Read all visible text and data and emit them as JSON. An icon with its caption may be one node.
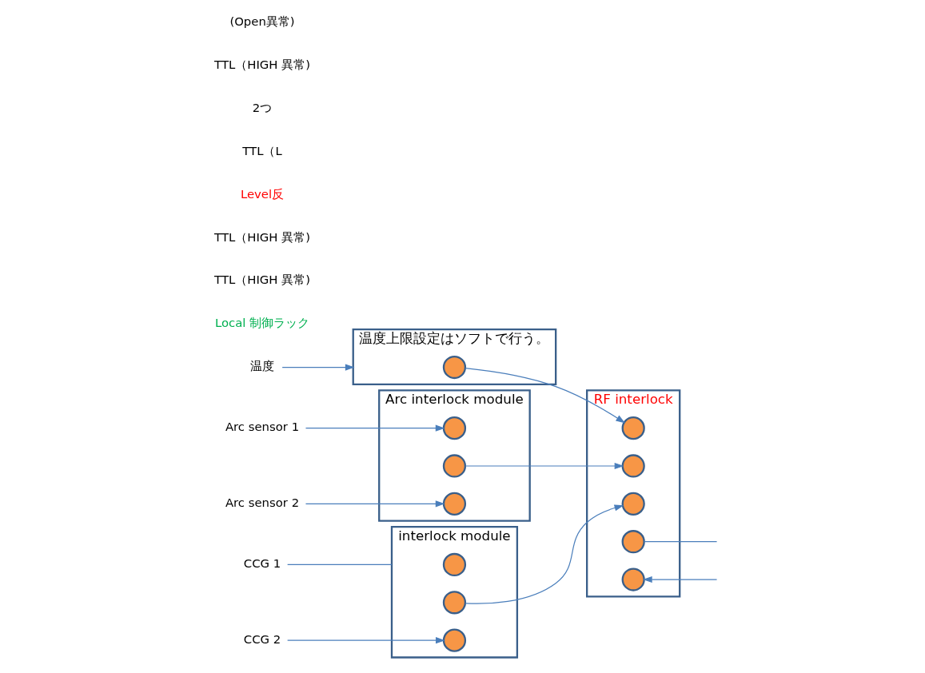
{
  "diagram": {
    "nodes": [
      {
        "text": [
          "温度"
        ]
      },
      {
        "text": [
          "温度上限設定はソフトで行う。"
        ]
      },
      {
        "text": [],
        "shape": "circle",
        "in": 1
      },
      {
        "text": [
          "RF interlock"
        ]
      },
      {
        "text": [],
        "shape": "circle",
        "in": 3
      },
      {
        "text": [],
        "shape": "circle",
        "in": 3
      },
      {
        "text": [],
        "shape": "circle",
        "in": 3
      },
      {
        "text": [],
        "shape": "circle",
        "in": 3
      },
      {
        "text": [],
        "shape": "circle",
        "in": 3
      },
      {
        "text": [
          "Arc sensor 1"
        ]
      },
      {
        "text": [
          "Arc sensor 2"
        ]
      },
      {
        "text": [
          "Arc interlock module"
        ]
      },
      {
        "text": [],
        "shape": "circle",
        "in": 11
      },
      {
        "text": [],
        "shape": "circle",
        "in": 11
      },
      {
        "text": [],
        "shape": "circle",
        "in": 11
      },
      {
        "text": [
          "CCG 1"
        ]
      },
      {
        "text": [
          "CCG 2"
        ]
      },
      {
        "text": [
          "interlock module"
        ]
      },
      {
        "text": [],
        "shape": "circle",
        "in": 17
      },
      {
        "text": [],
        "shape": "circle",
        "in": 17
      },
      {
        "text": [],
        "shape": "circle",
        "in": 17
      }
    ],
    "edges": [
      {
        "from": 0,
        "to": 1,
        "arrow": "to"
      },
      {
        "from": 2,
        "to": 4,
        "arrow": "to"
      },
      {
        "from": 9,
        "to": 12,
        "arrow": "to"
      },
      {
        "from": 10,
        "to": 14,
        "arrow": "to"
      },
      {
        "from": 13,
        "to": 5,
        "arrow": "to"
      },
      {
        "from": 15,
        "to": 17,
        "arrow": "none"
      },
      {
        "from": 16,
        "to": 20,
        "arrow": "to"
      },
      {
        "from": 19,
        "to": 6,
        "arrow": "to"
      },
      {
        "from": 7,
        "to": null,
        "arrow": "none"
      },
      {
        "from": null,
        "to": 8,
        "arrow": "to"
      }
    ],
    "labels": [
      "Local 制御ラック",
      "TTL（HIGH 異常)",
      "TTL（HIGH 異常)",
      "Level反",
      "TTL（L",
      "2つ",
      "TTL（HIGH 異常)",
      "(Open異常)"
    ]
  }
}
